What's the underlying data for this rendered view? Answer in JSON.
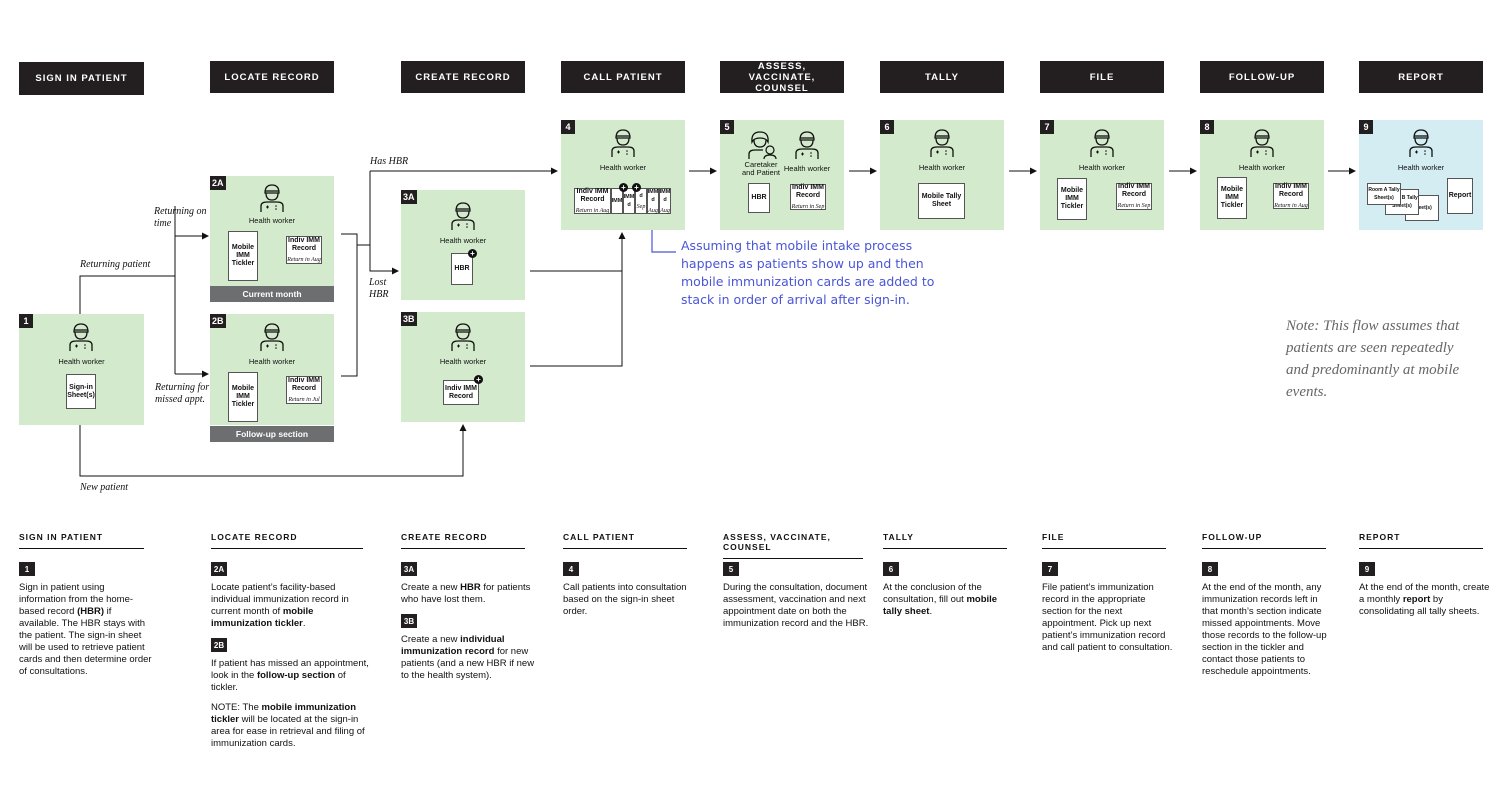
{
  "headers": [
    {
      "id": "sign-in",
      "label": "SIGN IN PATIENT"
    },
    {
      "id": "locate",
      "label": "LOCATE RECORD"
    },
    {
      "id": "create",
      "label": "CREATE RECORD"
    },
    {
      "id": "call",
      "label": "CALL PATIENT"
    },
    {
      "id": "assess",
      "label": "ASSESS, VACCINATE, COUNSEL"
    },
    {
      "id": "tally",
      "label": "TALLY"
    },
    {
      "id": "file",
      "label": "FILE"
    },
    {
      "id": "followup",
      "label": "FOLLOW-UP"
    },
    {
      "id": "report",
      "label": "REPORT"
    }
  ],
  "steps": {
    "s1": {
      "num": "1",
      "worker": "Health worker",
      "card": "Sign-in Sheet(s)"
    },
    "s2a": {
      "num": "2A",
      "worker": "Health worker",
      "tickler": "Mobile IMM Tickler",
      "record": "Indiv IMM Record",
      "record_note": "Return in Aug",
      "strip": "Current month"
    },
    "s2b": {
      "num": "2B",
      "worker": "Health worker",
      "tickler": "Mobile IMM Tickler",
      "record": "Indiv IMM Record",
      "record_note": "Return in Jul",
      "strip": "Follow-up section"
    },
    "s3a": {
      "num": "3A",
      "worker": "Health worker",
      "card": "HBR"
    },
    "s3b": {
      "num": "3B",
      "worker": "Health worker",
      "card": "Indiv IMM Record"
    },
    "s4": {
      "num": "4",
      "worker": "Health worker",
      "record": "Indiv IMM Record",
      "record_note": "Return in Aug",
      "stack": [
        "IMM",
        "IMM d",
        "d",
        "IMM d",
        "IMM d"
      ],
      "stack_notes": [
        "Sep",
        "Aug",
        "Aug"
      ]
    },
    "s5": {
      "num": "5",
      "worker1": "Caretaker and Patient",
      "worker2": "Health worker",
      "card1": "HBR",
      "card2": "Indiv IMM Record",
      "card2_note": "Return in Sep"
    },
    "s6": {
      "num": "6",
      "worker": "Health worker",
      "card": "Mobile Tally Sheet"
    },
    "s7": {
      "num": "7",
      "worker": "Health worker",
      "tickler": "Mobile IMM Tickler",
      "record": "Indiv IMM Record",
      "record_note": "Return in Sep"
    },
    "s8": {
      "num": "8",
      "worker": "Health worker",
      "tickler": "Mobile IMM Tickler",
      "record": "Indiv IMM Record",
      "record_note": "Return in Aug"
    },
    "s9": {
      "num": "9",
      "worker": "Health worker",
      "sheet1": "Room A Tally Sheet(s)",
      "sheet2": "Room B Tally Sheet(s)",
      "sheet3": "Sheet(s)",
      "report": "Report"
    }
  },
  "flow_labels": {
    "has_hbr": "Has HBR",
    "returning_on_time": "Returning on time",
    "returning_patient": "Returning patient",
    "lost_hbr": "Lost HBR",
    "returning_missed": "Returning for missed appt.",
    "new_patient": "New patient"
  },
  "callout": "Assuming that mobile intake process happens as patients show up and then mobile immunization cards are added to stack in order of arrival after sign-in.",
  "note": "Note: This flow assumes that patients are seen repeatedly and predominantly at mobile events.",
  "descriptions": [
    {
      "head": "SIGN IN PATIENT",
      "items": [
        {
          "num": "1",
          "html": "Sign in patient using information from the home-based record <b>(HBR)</b> if available. The HBR stays with the patient. The sign-in sheet will be used to retrieve patient cards and then determine order of consultations."
        }
      ]
    },
    {
      "head": "LOCATE RECORD",
      "items": [
        {
          "num": "2A",
          "html": "Locate patient’s facility-based individual immunization record in current month of <b>mobile immunization tickler</b>."
        },
        {
          "num": "2B",
          "html": "If patient has missed an appointment, look in the <b>follow-up section</b> of tickler."
        },
        {
          "num": "",
          "html": "NOTE: The <b>mobile immunization tickler</b> will be located at the sign-in area for ease in retrieval and filing of immunization cards."
        }
      ]
    },
    {
      "head": "CREATE RECORD",
      "items": [
        {
          "num": "3A",
          "html": "Create a new <b>HBR</b> for patients who have lost them."
        },
        {
          "num": "3B",
          "html": "Create a new <b>individual immunization record</b> for new patients (and a new HBR if new to the health system)."
        }
      ]
    },
    {
      "head": "CALL PATIENT",
      "items": [
        {
          "num": "4",
          "html": "Call patients into consultation based on the sign-in sheet order."
        }
      ]
    },
    {
      "head": "ASSESS, VACCINATE, COUNSEL",
      "items": [
        {
          "num": "5",
          "html": "During the consultation, document assessment, vaccination and next appointment date on both the immunization record and the HBR."
        }
      ]
    },
    {
      "head": "TALLY",
      "items": [
        {
          "num": "6",
          "html": "At the conclusion of the consultation, fill out <b>mobile tally sheet</b>."
        }
      ]
    },
    {
      "head": "FILE",
      "items": [
        {
          "num": "7",
          "html": "File patient’s immunization record in the appropriate section for the next appointment. Pick up next patient’s immunization record and call patient to consultation."
        }
      ]
    },
    {
      "head": "FOLLOW-UP",
      "items": [
        {
          "num": "8",
          "html": "At the end of the month, any immunization records left in that month’s section indicate missed appointments. Move those records to the follow-up section in the tickler and contact those patients to reschedule appointments."
        }
      ]
    },
    {
      "head": "REPORT",
      "items": [
        {
          "num": "9",
          "html": "At the end of the month, create a monthly <b>report</b> by consolidating all tally sheets."
        }
      ]
    }
  ],
  "colors": {
    "header_bg": "#231f20",
    "step_green": "#d3ebcc",
    "step_blue": "#d3edf3",
    "callout": "#4a55d8",
    "strip": "#6d6e70"
  }
}
